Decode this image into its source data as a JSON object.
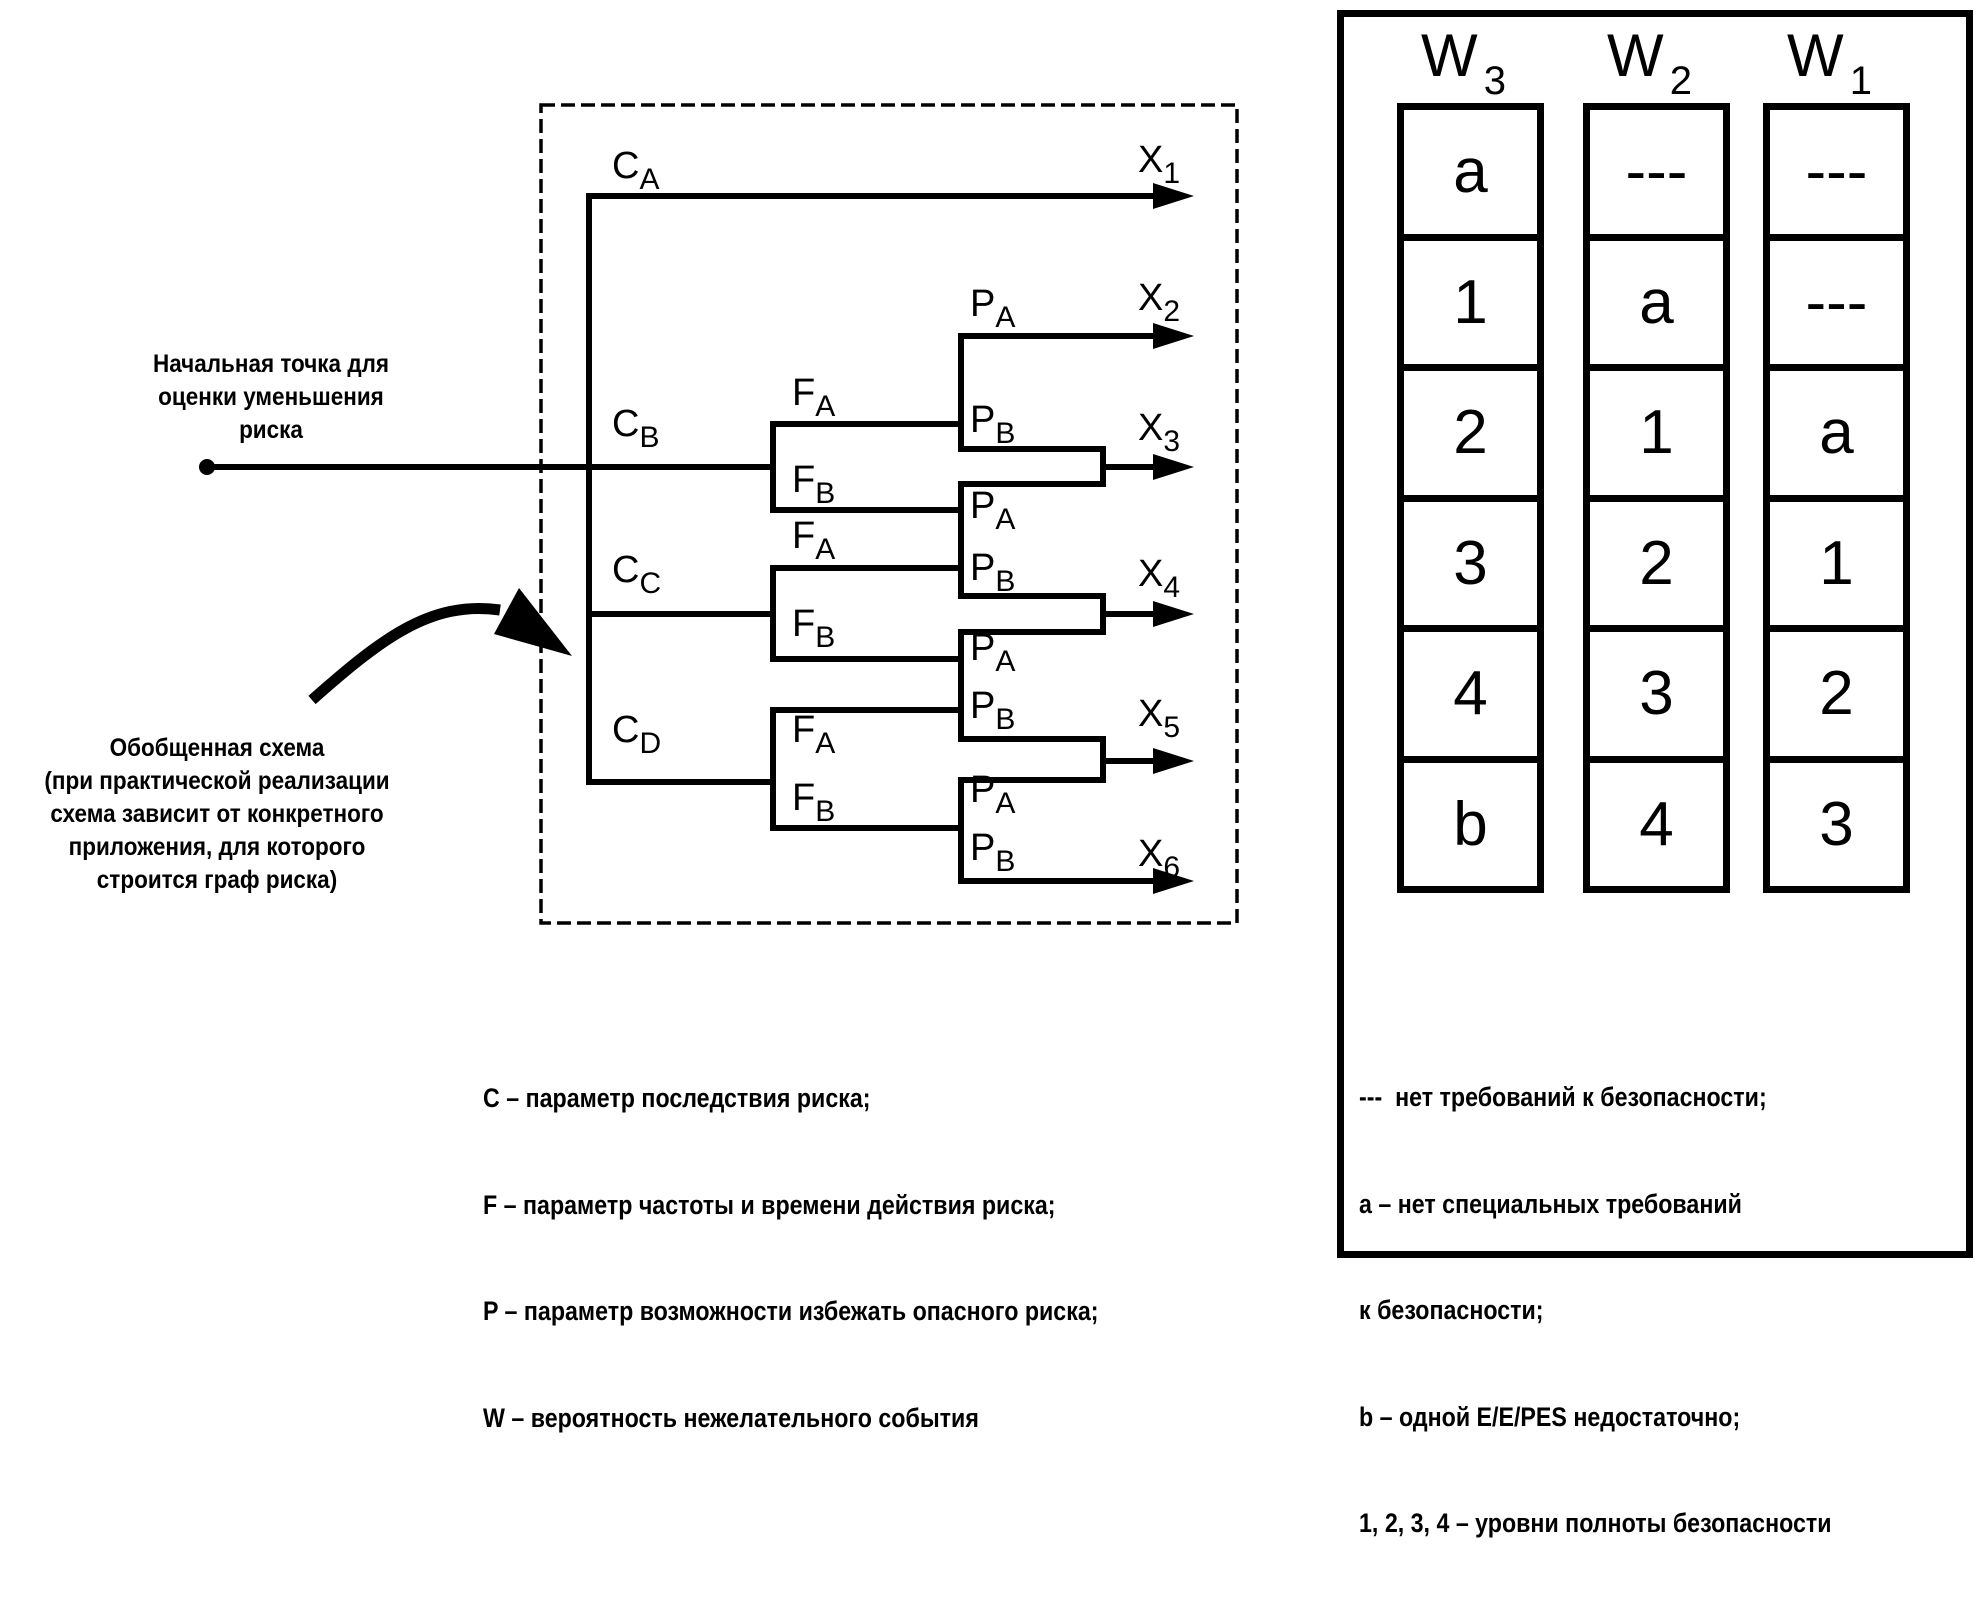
{
  "start_note": [
    "Начальная точка для",
    "оценки уменьшения",
    "риска"
  ],
  "generic_note": [
    "Обобщенная схема",
    "(при практической реализации",
    "схема зависит от конкретного",
    "приложения, для которого",
    "строится граф риска)"
  ],
  "graph": {
    "c_labels": [
      {
        "main": "C",
        "sub": "A"
      },
      {
        "main": "C",
        "sub": "B"
      },
      {
        "main": "C",
        "sub": "C"
      },
      {
        "main": "C",
        "sub": "D"
      }
    ],
    "f_labels": [
      {
        "main": "F",
        "sub": "A"
      },
      {
        "main": "F",
        "sub": "B"
      },
      {
        "main": "F",
        "sub": "A"
      },
      {
        "main": "F",
        "sub": "B"
      },
      {
        "main": "F",
        "sub": "A"
      },
      {
        "main": "F",
        "sub": "B"
      }
    ],
    "p_labels": [
      {
        "main": "P",
        "sub": "A"
      },
      {
        "main": "P",
        "sub": "B"
      },
      {
        "main": "P",
        "sub": "A"
      },
      {
        "main": "P",
        "sub": "B"
      },
      {
        "main": "P",
        "sub": "A"
      },
      {
        "main": "P",
        "sub": "B"
      },
      {
        "main": "P",
        "sub": "A"
      },
      {
        "main": "P",
        "sub": "B"
      }
    ],
    "x_labels": [
      {
        "main": "X",
        "sub": "1"
      },
      {
        "main": "X",
        "sub": "2"
      },
      {
        "main": "X",
        "sub": "3"
      },
      {
        "main": "X",
        "sub": "4"
      },
      {
        "main": "X",
        "sub": "5"
      },
      {
        "main": "X",
        "sub": "6"
      }
    ]
  },
  "parameter_legend": [
    "C – параметр последствия риска;",
    "F – параметр частоты и времени действия риска;",
    "P – параметр возможности избежать опасного риска;",
    "W – вероятность нежелательного события"
  ],
  "w_table": {
    "columns": [
      {
        "main": "W",
        "sub": "3",
        "cells": [
          "a",
          "1",
          "2",
          "3",
          "4",
          "b"
        ]
      },
      {
        "main": "W",
        "sub": "2",
        "cells": [
          "---",
          "a",
          "1",
          "2",
          "3",
          "4"
        ]
      },
      {
        "main": "W",
        "sub": "1",
        "cells": [
          "---",
          "---",
          "a",
          "1",
          "2",
          "3"
        ]
      }
    ],
    "legend": [
      "---  нет требований к безопасности;",
      "a – нет специальных требований",
      "к безопасности;",
      "b – одной E/E/PES недостаточно;",
      "1, 2, 3, 4 – уровни полноты безопасности"
    ]
  }
}
